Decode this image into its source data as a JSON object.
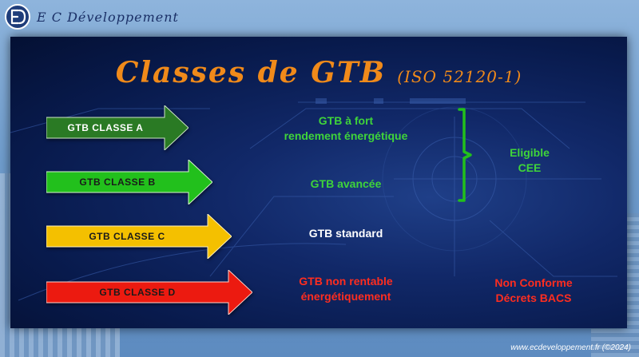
{
  "brand": {
    "logo_icon": "ecd-logo-icon",
    "name": "E C Développement"
  },
  "title": {
    "main": "Classes de GTB",
    "sub": "(ISO 52120-1)"
  },
  "colors": {
    "title": "#f08a1a",
    "class_a": "#2a7a24",
    "class_b": "#22c01c",
    "class_c": "#f4c000",
    "class_d": "#ec1a10",
    "green_text": "#3fd43a",
    "red_text": "#ff2d1f",
    "white_text": "#ffffff"
  },
  "classes": [
    {
      "label": "GTB  CLASSE  A",
      "color": "#2a7a24",
      "text_color": "#ffffff"
    },
    {
      "label": "GTB  CLASSE  B",
      "color": "#22c01c",
      "text_color": "#1a1a1a"
    },
    {
      "label": "GTB  CLASSE  C",
      "color": "#f4c000",
      "text_color": "#1a1a1a"
    },
    {
      "label": "GTB  CLASSE  D",
      "color": "#ec1a10",
      "text_color": "#1a1a1a"
    }
  ],
  "descriptions": {
    "a_line1": "GTB à fort",
    "a_line2": "rendement énergétique",
    "b": "GTB avancée",
    "c": "GTB standard",
    "d_line1": "GTB non rentable",
    "d_line2": "énergétiquement"
  },
  "eligibility": {
    "eligible_line1": "Eligible",
    "eligible_line2": "CEE",
    "nonconform_line1": "Non Conforme",
    "nonconform_line2": "Décrets BACS"
  },
  "footer": "www.ecdeveloppement.fr (©2024)"
}
